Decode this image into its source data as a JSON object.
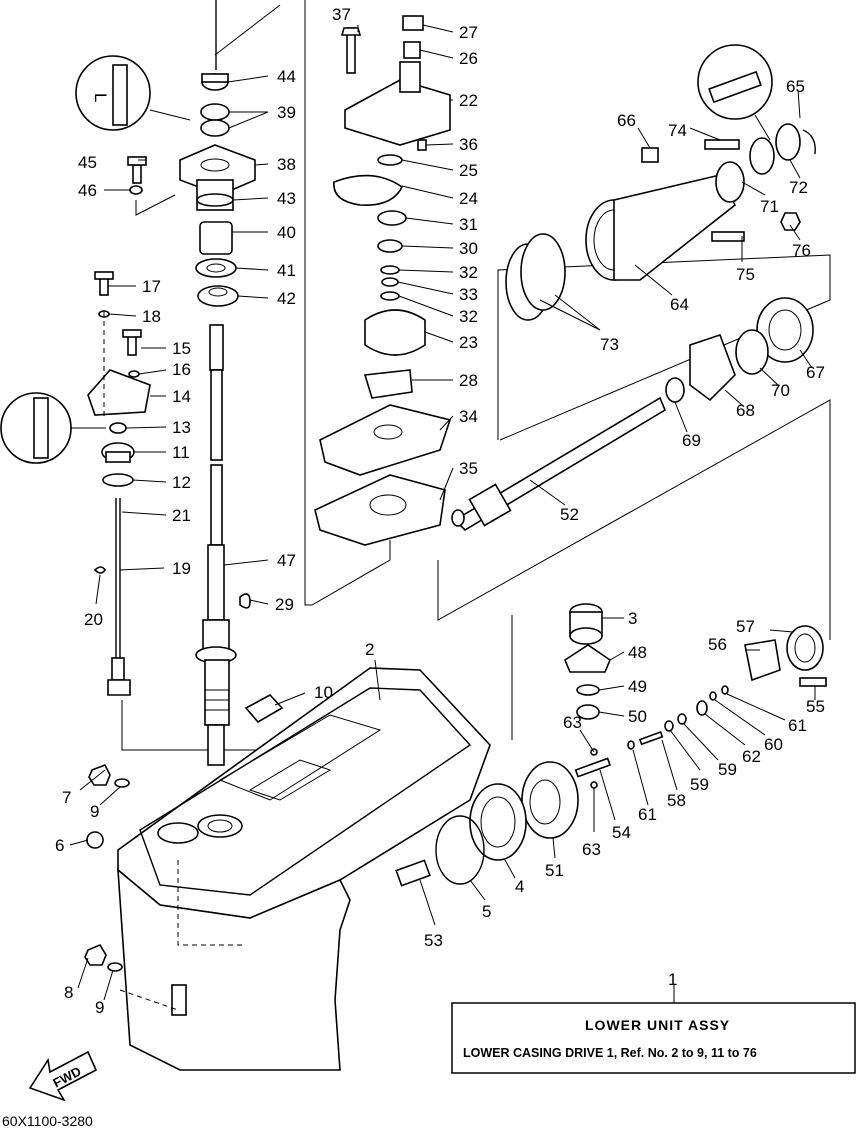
{
  "title_box": {
    "ref_number": "1",
    "line1": "LOWER UNIT  ASSY",
    "line2": "LOWER CASING DRIVE 1, Ref. No. 2 to 9, 11 to 76"
  },
  "diagram_code": "60X1100-3280",
  "fwd_label": "FWD",
  "callouts": [
    {
      "n": "2"
    },
    {
      "n": "3"
    },
    {
      "n": "4"
    },
    {
      "n": "5"
    },
    {
      "n": "6"
    },
    {
      "n": "7"
    },
    {
      "n": "8"
    },
    {
      "n": "9"
    },
    {
      "n": "9"
    },
    {
      "n": "10"
    },
    {
      "n": "11"
    },
    {
      "n": "12"
    },
    {
      "n": "13"
    },
    {
      "n": "14"
    },
    {
      "n": "15"
    },
    {
      "n": "16"
    },
    {
      "n": "17"
    },
    {
      "n": "18"
    },
    {
      "n": "19"
    },
    {
      "n": "20"
    },
    {
      "n": "21"
    },
    {
      "n": "22"
    },
    {
      "n": "23"
    },
    {
      "n": "24"
    },
    {
      "n": "25"
    },
    {
      "n": "26"
    },
    {
      "n": "27"
    },
    {
      "n": "28"
    },
    {
      "n": "29"
    },
    {
      "n": "30"
    },
    {
      "n": "31"
    },
    {
      "n": "32"
    },
    {
      "n": "33"
    },
    {
      "n": "32"
    },
    {
      "n": "34"
    },
    {
      "n": "35"
    },
    {
      "n": "36"
    },
    {
      "n": "37"
    },
    {
      "n": "38"
    },
    {
      "n": "39"
    },
    {
      "n": "40"
    },
    {
      "n": "41"
    },
    {
      "n": "42"
    },
    {
      "n": "43"
    },
    {
      "n": "44"
    },
    {
      "n": "45"
    },
    {
      "n": "46"
    },
    {
      "n": "47"
    },
    {
      "n": "48"
    },
    {
      "n": "49"
    },
    {
      "n": "50"
    },
    {
      "n": "51"
    },
    {
      "n": "52"
    },
    {
      "n": "53"
    },
    {
      "n": "54"
    },
    {
      "n": "55"
    },
    {
      "n": "56"
    },
    {
      "n": "57"
    },
    {
      "n": "58"
    },
    {
      "n": "59"
    },
    {
      "n": "59"
    },
    {
      "n": "60"
    },
    {
      "n": "61"
    },
    {
      "n": "61"
    },
    {
      "n": "62"
    },
    {
      "n": "63"
    },
    {
      "n": "63"
    },
    {
      "n": "64"
    },
    {
      "n": "65"
    },
    {
      "n": "66"
    },
    {
      "n": "67"
    },
    {
      "n": "68"
    },
    {
      "n": "69"
    },
    {
      "n": "70"
    },
    {
      "n": "71"
    },
    {
      "n": "72"
    },
    {
      "n": "73"
    },
    {
      "n": "74"
    },
    {
      "n": "75"
    },
    {
      "n": "76"
    }
  ]
}
